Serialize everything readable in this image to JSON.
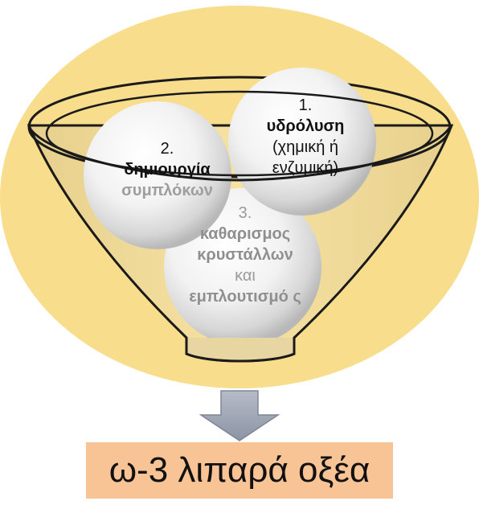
{
  "steps": [
    {
      "number": "1.",
      "title": "υδρόλυση",
      "detail": "(χημική ή ενζυμική)"
    },
    {
      "number": "2.",
      "title": "δημιουργία",
      "detail": "συμπλόκων"
    },
    {
      "number": "3.",
      "title": "καθαρισμος κρυστάλλων",
      "conjunction": "και",
      "title2": "εμπλουτισμό ς"
    }
  ],
  "result": "ω-3 λιπαρά οξέα",
  "colors": {
    "background_ellipse": "#f7dd8c",
    "funnel_fill": "#f0dfb0",
    "funnel_outline": "#1a1a1a",
    "arrow": "#9aa2b0",
    "result_box": "#f8c496",
    "step_text": "#111111",
    "faded_text": "#9a9a9a"
  }
}
